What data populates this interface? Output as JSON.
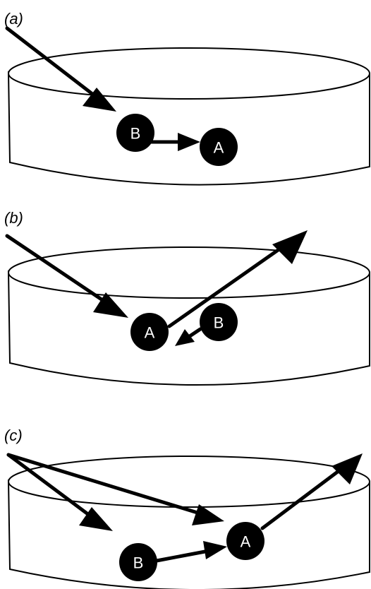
{
  "panels": [
    {
      "label": "(a)",
      "nodes": [
        {
          "id": "B",
          "label": "B"
        },
        {
          "id": "A",
          "label": "A"
        }
      ]
    },
    {
      "label": "(b)",
      "nodes": [
        {
          "id": "A",
          "label": "A"
        },
        {
          "id": "B",
          "label": "B"
        }
      ]
    },
    {
      "label": "(c)",
      "nodes": [
        {
          "id": "B",
          "label": "B"
        },
        {
          "id": "A",
          "label": "A"
        }
      ]
    }
  ],
  "colors": {
    "ink": "#000000",
    "background": "#ffffff",
    "node_text": "#ffffff"
  }
}
